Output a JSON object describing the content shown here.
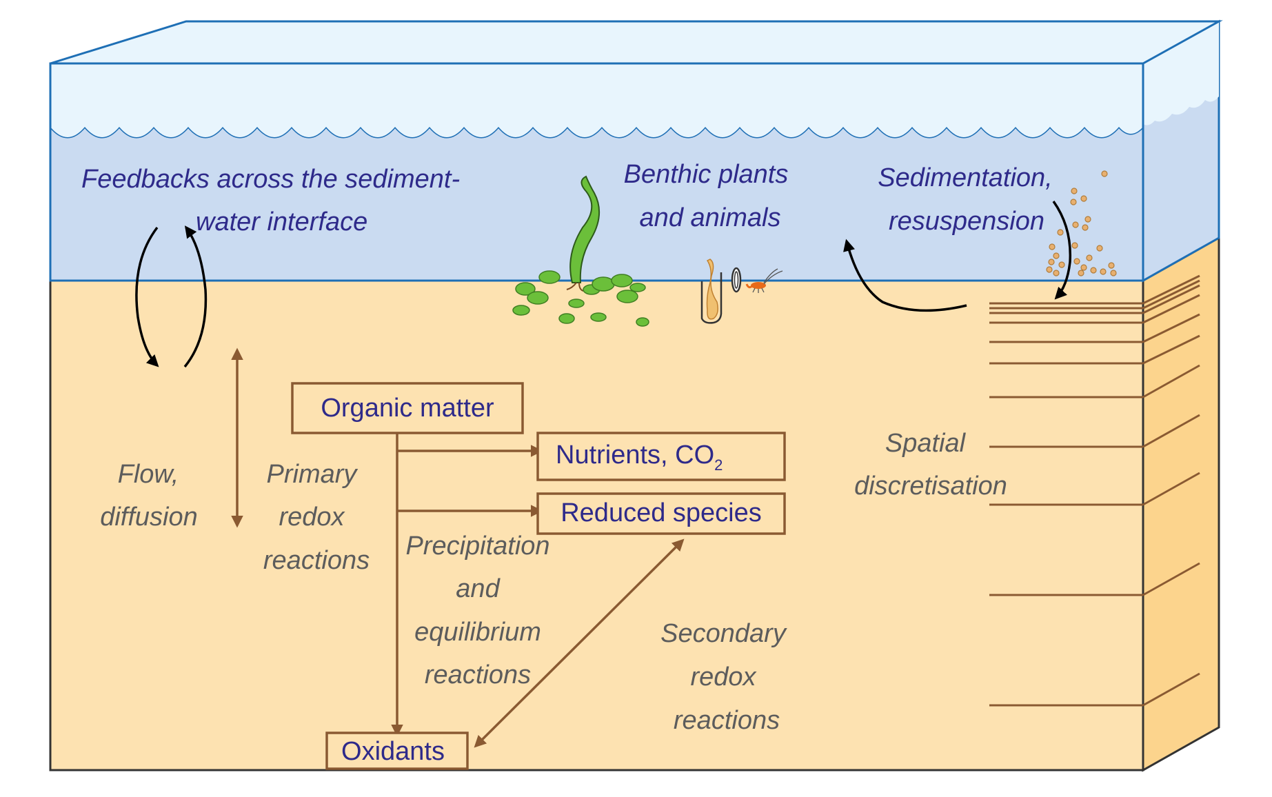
{
  "water_labels": {
    "feedback_line1": "Feedbacks across the sediment-",
    "feedback_line2": "water interface",
    "benthic_line1": "Benthic plants",
    "benthic_line2": "and animals",
    "sedimentation_line1": "Sedimentation,",
    "sedimentation_line2": "resuspension"
  },
  "sediment_labels": {
    "flow_line1": "Flow,",
    "flow_line2": "diffusion",
    "primary_line1": "Primary",
    "primary_line2": "redox",
    "primary_line3": "reactions",
    "precip_line1": "Precipitation",
    "precip_line2": "and",
    "precip_line3": "equilibrium",
    "precip_line4": "reactions",
    "secondary_line1": "Secondary",
    "secondary_line2": "redox",
    "secondary_line3": "reactions",
    "spatial_line1": "Spatial",
    "spatial_line2": "discretisation"
  },
  "boxes": {
    "organic_matter": "Organic matter",
    "nutrients": "Nutrients, CO",
    "nutrients_sub": "2",
    "reduced_species": "Reduced species",
    "oxidants": "Oxidants"
  },
  "colors": {
    "water_top": "#e8f5fd",
    "water_body": "#cadbf1",
    "water_stroke": "#1e6fb5",
    "sediment": "#fde2b1",
    "sediment_side": "#fcd48d",
    "brown": "#8a5a32",
    "label_water": "#2e2a8a",
    "label_sediment": "#5c5c5c",
    "plant_green": "#6bbf3a",
    "particle": "#e8b070"
  }
}
